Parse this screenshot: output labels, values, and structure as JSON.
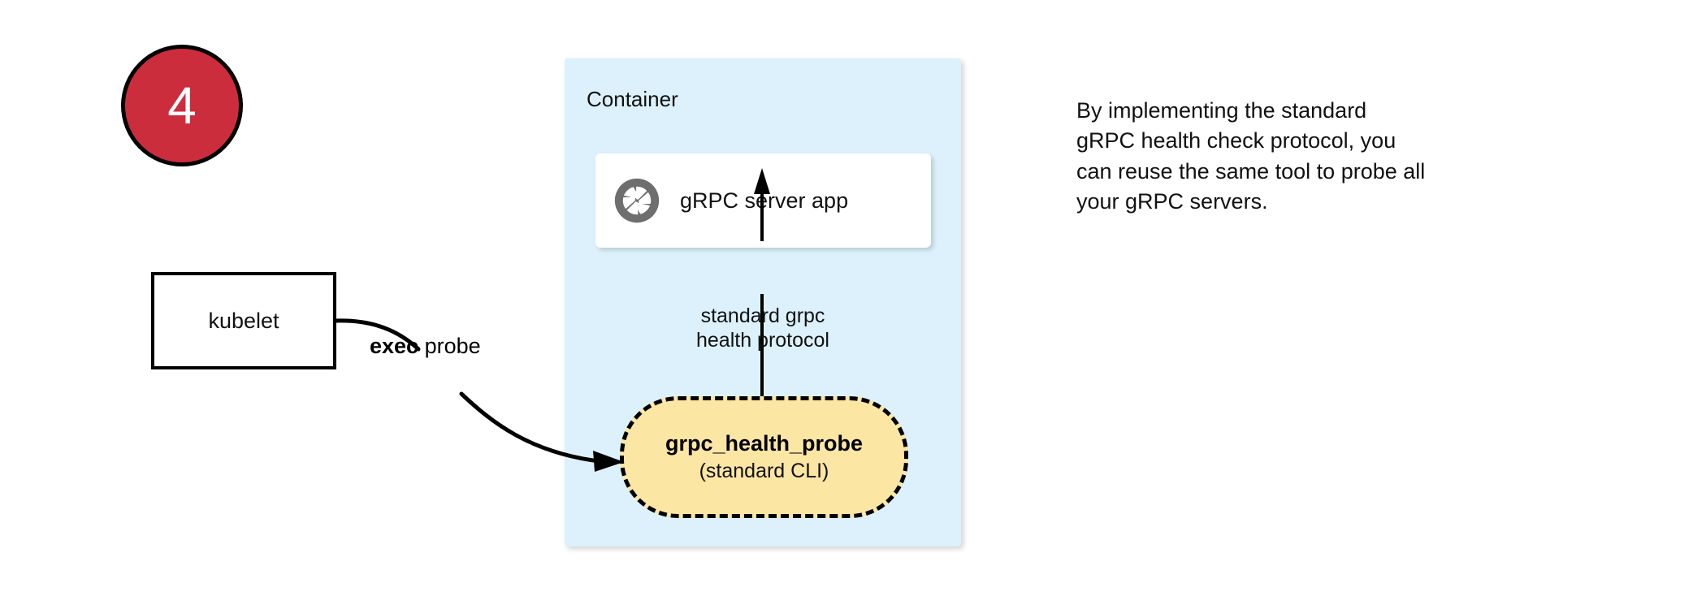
{
  "step": {
    "number": "4"
  },
  "container": {
    "title": "Container"
  },
  "server_card": {
    "icon": "grpc-aperture-logo-icon",
    "label": "gRPC server app"
  },
  "protocol_arrow": {
    "line1": "standard grpc",
    "line2": "health protocol",
    "icon": "arrow-up-icon"
  },
  "probe": {
    "title": "grpc_health_probe",
    "subtitle": "(standard CLI)"
  },
  "kubelet": {
    "label": "kubelet"
  },
  "exec_edge": {
    "label_bold": "exec",
    "label_rest": " probe",
    "icon": "curved-arrow-icon"
  },
  "explanation": {
    "line1": "By implementing the standard",
    "line2": "gRPC health check protocol, you",
    "line3": "can reuse the same tool to probe all",
    "line4": "your gRPC servers."
  },
  "colors": {
    "badge_fill": "#cc2d3d",
    "badge_text": "#ffffff",
    "container_fill": "#dcf1fb",
    "card_fill": "#ffffff",
    "probe_fill": "#fce6a4",
    "stroke": "#000000",
    "logo_gray": "#6e6e6e"
  }
}
